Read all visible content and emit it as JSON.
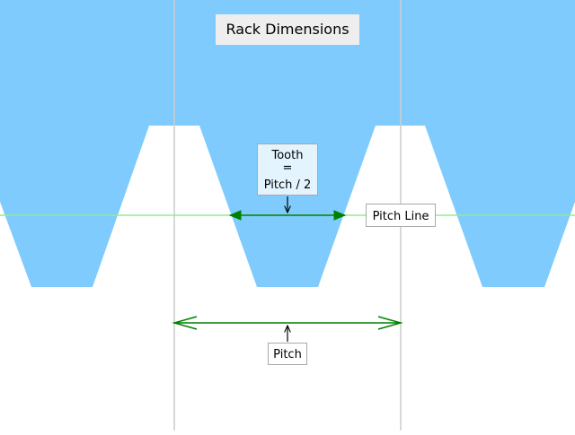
{
  "title": "Rack Dimensions",
  "labels": {
    "tooth_line1": "Tooth",
    "tooth_line2": "=",
    "tooth_line3": "Pitch / 2",
    "pitch_line": "Pitch Line",
    "pitch": "Pitch"
  },
  "colors": {
    "rack_fill": "#80cbfd",
    "pitch_line": "#90ee90",
    "dimension_arrow": "#008000",
    "guide_line": "#cccccc",
    "leader_arrow": "#000000",
    "title_box": "#eeeeee",
    "tooth_box": "#e3f4ff",
    "label_box": "#ffffff"
  }
}
